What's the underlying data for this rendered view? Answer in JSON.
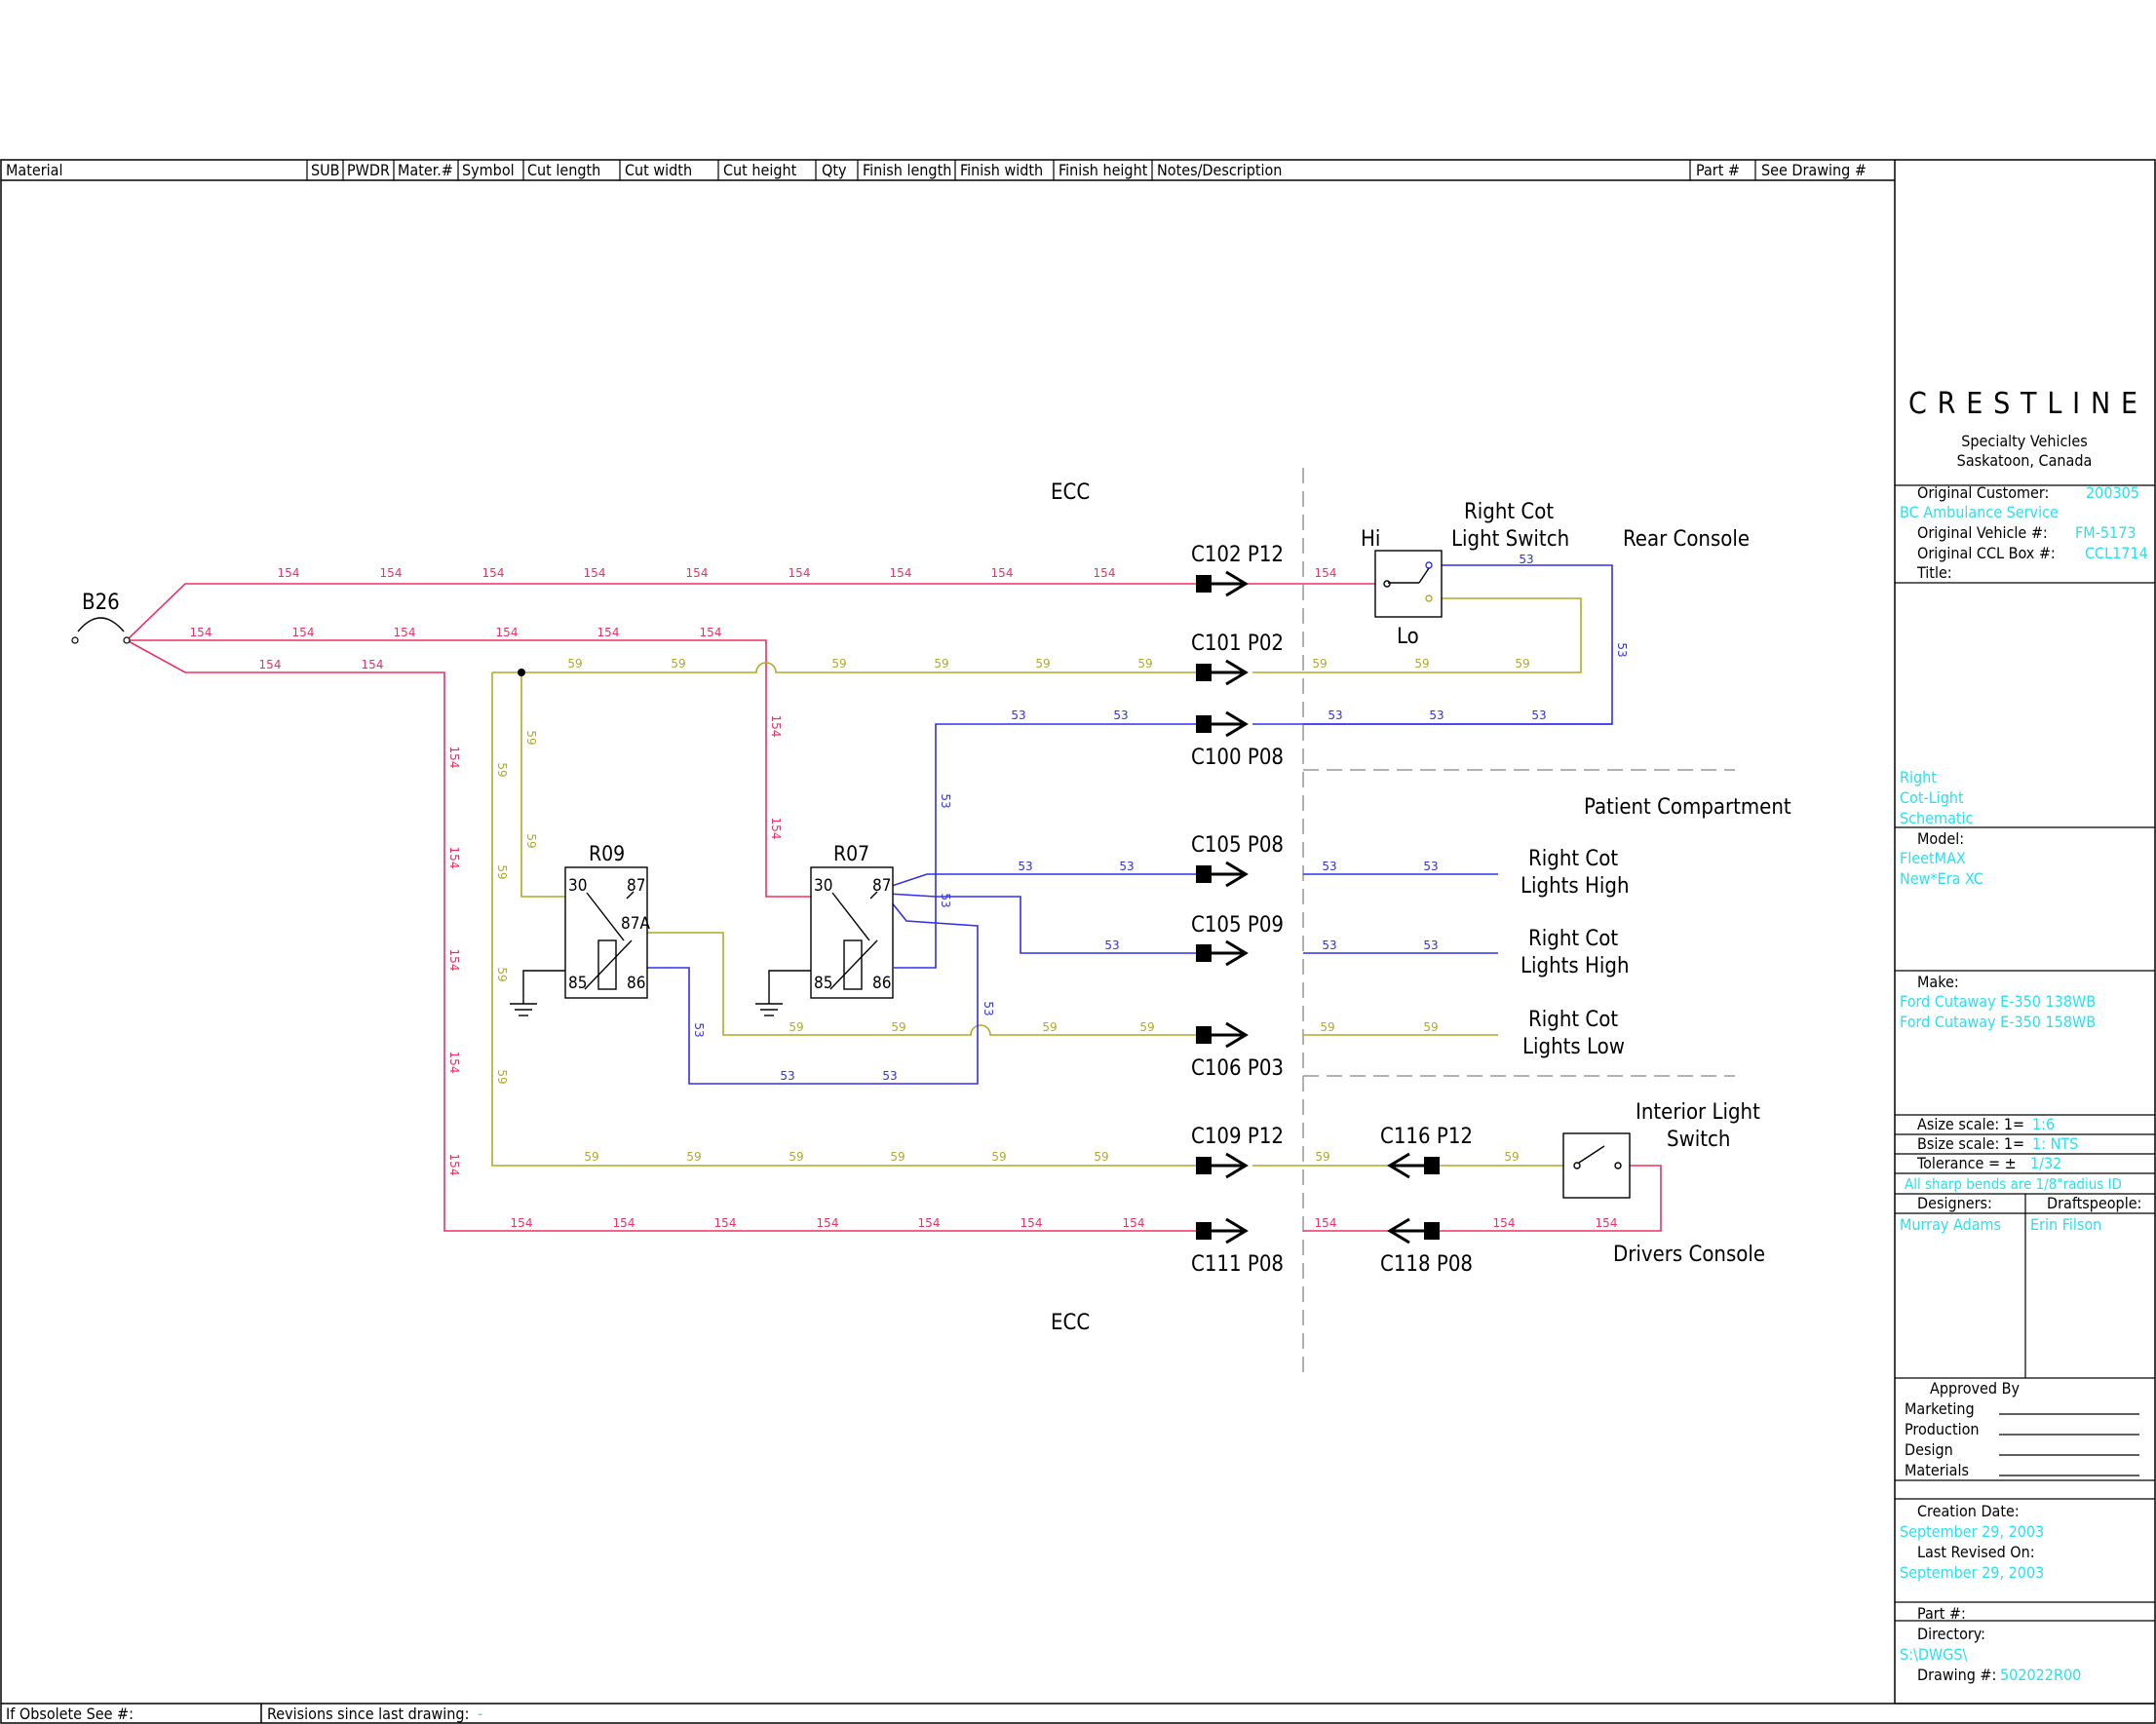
{
  "header": {
    "columns": [
      "Material",
      "SUB",
      "PWDR",
      "Mater.#",
      "Symbol",
      "Cut length",
      "Cut width",
      "Cut height",
      "Qty",
      "Finish length",
      "Finish width",
      "Finish height",
      "Notes/Description",
      "Part #",
      "See Drawing #"
    ]
  },
  "footer": {
    "obsolete_label": "If Obsolete See #:",
    "revisions_label": "Revisions since last drawing:",
    "revisions_value": "-"
  },
  "title_block": {
    "logo_text": "CRESTLINE",
    "company_line1": "Specialty Vehicles",
    "company_line2": "Saskatoon, Canada",
    "original_customer_label": "Original Customer:",
    "original_customer_value": "200305",
    "customer_name": "BC Ambulance Service",
    "original_vehicle_label": "Original Vehicle #:",
    "original_vehicle_value": "FM-5173",
    "original_ccl_label": "Original CCL Box #:",
    "original_ccl_value": "CCL1714",
    "title_label": "Title:",
    "title_line1": "Right",
    "title_line2": "Cot-Light",
    "title_line3": "Schematic",
    "model_label": "Model:",
    "model_line1": "FleetMAX",
    "model_line2": "New*Era XC",
    "make_label": "Make:",
    "make_line1": "Ford Cutaway E-350 138WB",
    "make_line2": "Ford Cutaway E-350 158WB",
    "asize_label": "Asize scale: 1=",
    "asize_value": "1:6",
    "bsize_label": "Bsize scale: 1=",
    "bsize_value": "1: NTS",
    "tolerance_label": "Tolerance = ±",
    "tolerance_value": "1/32",
    "bends_note": "All sharp bends are 1/8\"radius ID",
    "designers_label": "Designers:",
    "designers_value": "Murray Adams",
    "draftspeople_label": "Draftspeople:",
    "draftspeople_value": "Erin Filson",
    "approved_by_label": "Approved By",
    "approvals": [
      "Marketing",
      "Production",
      "Design",
      "Materials"
    ],
    "creation_date_label": "Creation Date:",
    "creation_date_value": "September 29, 2003",
    "last_revised_label": "Last Revised On:",
    "last_revised_value": "September 29, 2003",
    "part_label": "Part #:",
    "directory_label": "Directory:",
    "directory_value": "S:\\DWGS\\",
    "drawing_label": "Drawing #:",
    "drawing_value": "502022R00"
  },
  "diagram": {
    "zone_top": "ECC",
    "zone_bottom": "ECC",
    "rear_console": "Rear Console",
    "patient_compartment": "Patient Compartment",
    "drivers_console": "Drivers Console",
    "breaker": "B26",
    "relay_r09": "R09",
    "relay_r07": "R07",
    "pin_30": "30",
    "pin_87": "87",
    "pin_87a": "87A",
    "pin_85": "85",
    "pin_86": "86",
    "switch_title_1": "Right Cot",
    "switch_title_2": "Light Switch",
    "switch_hi": "Hi",
    "switch_lo": "Lo",
    "interior_switch_1": "Interior Light",
    "interior_switch_2": "Switch",
    "connectors": {
      "c102": "C102 P12",
      "c101": "C101 P02",
      "c100": "C100 P08",
      "c105a": "C105 P08",
      "c105b": "C105 P09",
      "c106": "C106 P03",
      "c109": "C109 P12",
      "c111": "C111 P08",
      "c116": "C116 P12",
      "c118": "C118 P08"
    },
    "loads": {
      "high1_a": "Right Cot",
      "high1_b": "Lights High",
      "high2_a": "Right Cot",
      "high2_b": "Lights High",
      "low_a": "Right Cot",
      "low_b": "Lights Low"
    },
    "wires": {
      "w154": "154",
      "w59": "59",
      "w53": "53",
      "color_154": "#ee3060",
      "color_59": "#b0aa28",
      "color_53": "#3030ee"
    }
  }
}
